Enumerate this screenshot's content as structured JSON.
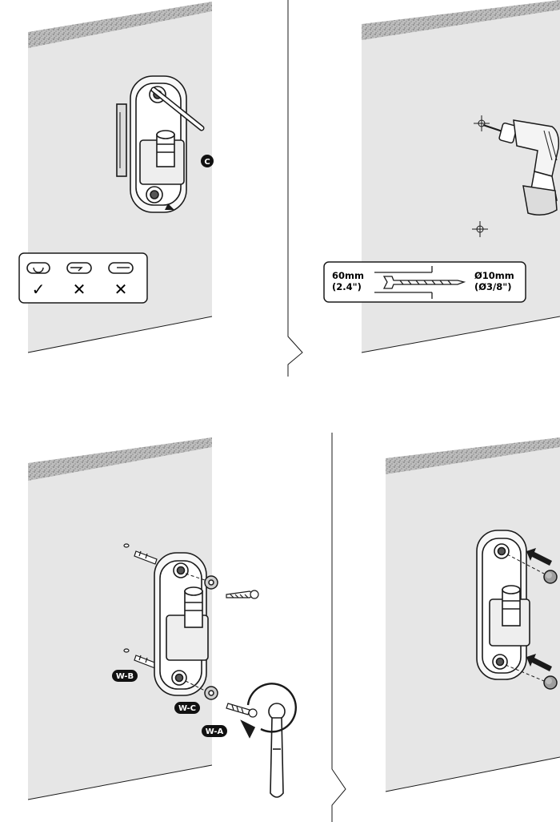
{
  "panels": [
    {
      "id": "step-1",
      "callout": "C",
      "slot_checks": [
        "✓",
        "✕",
        "✕"
      ]
    },
    {
      "id": "step-2",
      "depth_label": [
        "60mm",
        "(2.4\")"
      ],
      "diameter_label": [
        "Ø10mm",
        "(Ø3/8\")"
      ]
    },
    {
      "id": "step-3",
      "part_labels": {
        "wb": "W-B",
        "wc": "W-C",
        "wa": "W-A"
      }
    },
    {
      "id": "step-4"
    }
  ],
  "colors": {
    "wall": "#e5e5e5",
    "texture": "#9a9a9a",
    "line": "#1a1a1a",
    "badge": "#111111"
  }
}
